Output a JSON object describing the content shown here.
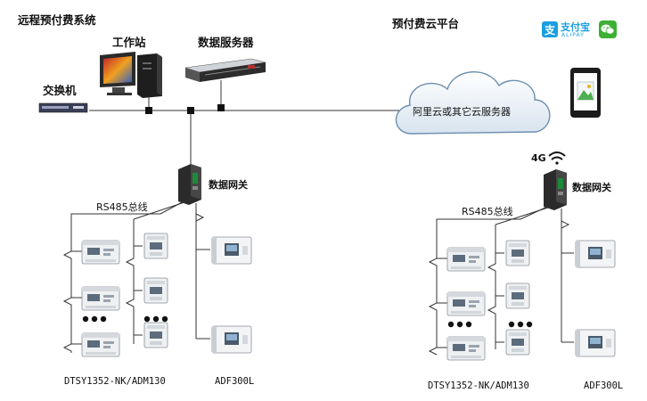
{
  "left_system": {
    "title": "远程预付费系统",
    "workstation": "工作站",
    "data_server": "数据服务器",
    "switch": "交换机",
    "gateway": "数据网关",
    "bus": "RS485总线",
    "meter_group_a": "DTSY1352-NK/ADM130",
    "meter_group_b": "ADF300L"
  },
  "right_system": {
    "title": "预付费云平台",
    "cloud": "阿里云或其它云服务器",
    "signal": "4G",
    "gateway": "数据网关",
    "bus": "RS485总线",
    "meter_group_a": "DTSY1352-NK/ADM130",
    "meter_group_b": "ADF300L"
  },
  "payment": {
    "alipay_text": "支付宝",
    "alipay_sub": "ALIPAY"
  },
  "colors": {
    "line": "#333333",
    "alipay": "#1a9fe0",
    "wechat": "#3cb034",
    "device_dark": "#2b2b2b",
    "meter_body": "#eef0f2"
  }
}
